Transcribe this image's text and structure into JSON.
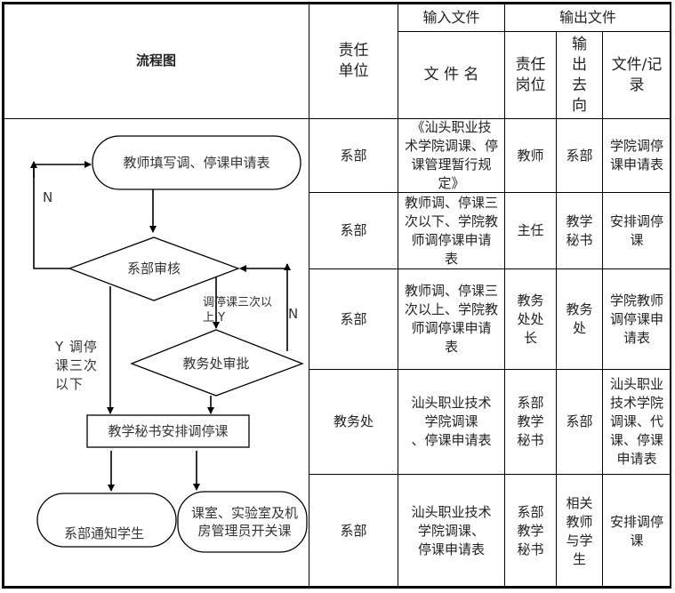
{
  "header": {
    "flowchart": "流程图",
    "unit": "责任\n单位",
    "input_files": "输入文件",
    "output_files": "输出文件",
    "file_name": "文 件 名",
    "post": "责任\n岗位",
    "destination": "输\n出\n去\n向",
    "record": "文件/记\n录"
  },
  "rows": [
    {
      "unit": "系部",
      "file": "《汕头职业技\n术学院调课、停\n课管理暂行规\n定》",
      "post": "教师",
      "dest": "系部",
      "record": "学院调停\n课申请表"
    },
    {
      "unit": "系部",
      "file": "教师调、停课三\n次以下、学院教\n师调停课申请\n表",
      "post": "主任",
      "dest": "教学\n秘书",
      "record": "安排调停\n课"
    },
    {
      "unit": "系部",
      "file": "教师调、停课三\n次以上、学院教\n师调停课申请\n表",
      "post": "教务\n处处\n长",
      "dest": "教务\n处",
      "record": "学院教师\n调停课申\n请表"
    },
    {
      "unit": "教务处",
      "file": "汕头职业技术\n学院调课\n、停课申请表",
      "post": "系部\n教学\n秘书",
      "dest": "系部",
      "record": "汕头职业\n技术学院\n调课、代\n课、停课\n申请表"
    },
    {
      "unit": "系部",
      "file": "汕头职业技术\n学院调课、\n停课申请表",
      "post": "系部\n教学\n秘书",
      "dest": "相关\n教师\n与学\n生",
      "record": "安排调停\n课"
    }
  ],
  "flow": {
    "start": "教师填写调、停课申请表",
    "dept_review": "系部审核",
    "academic_approval": "教务处审批",
    "secretary": "教学秘书安排调停课",
    "notify": "系部通知学生",
    "rooms": "课室、实验室及机\n房管理员开关课",
    "n_left": "N",
    "n_right": "N",
    "above_three": "调停课三次以\n上 Y",
    "below_three": "Y 调停\n课三次\n以下"
  }
}
